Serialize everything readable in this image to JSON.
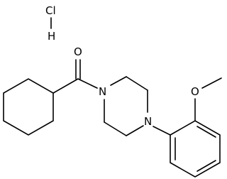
{
  "molecule": {
    "salt": {
      "chlorine_label": "Cl",
      "hydrogen_label": "H"
    },
    "carbonyl_oxygen_label": "O",
    "piperazine_nitrogen_1_label": "N",
    "piperazine_nitrogen_2_label": "N",
    "methoxy_oxygen_label": "O"
  },
  "colors": {
    "bond": "#000000",
    "atom_text": "#000000",
    "background": "#ffffff"
  }
}
